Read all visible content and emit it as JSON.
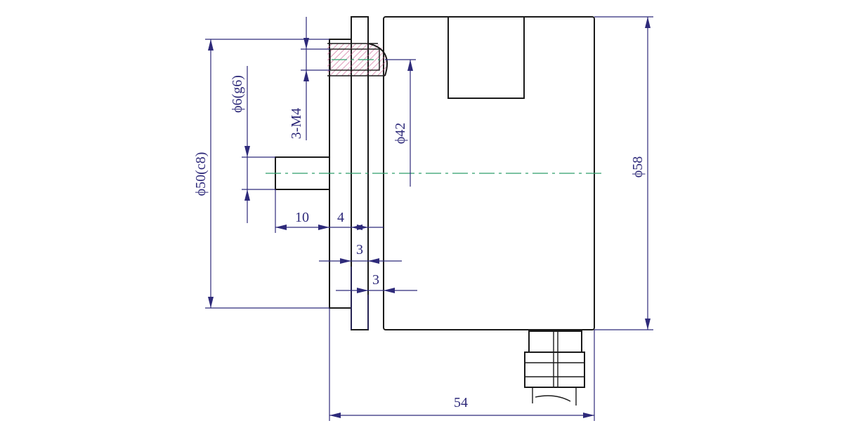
{
  "labels": {
    "phi50": "ϕ50(c8)",
    "phi6": "ϕ6(g6)",
    "m4": "3-M4",
    "phi42": "ϕ42",
    "phi58": "ϕ58",
    "d10": "10",
    "d4": "4",
    "d3a": "3",
    "d3b": "3",
    "d54": "54"
  },
  "colors": {
    "outline": "#1a1a1a",
    "dimension": "#2e2a7a",
    "centerline": "#2e9e6a",
    "hatch": "#c9578a"
  }
}
